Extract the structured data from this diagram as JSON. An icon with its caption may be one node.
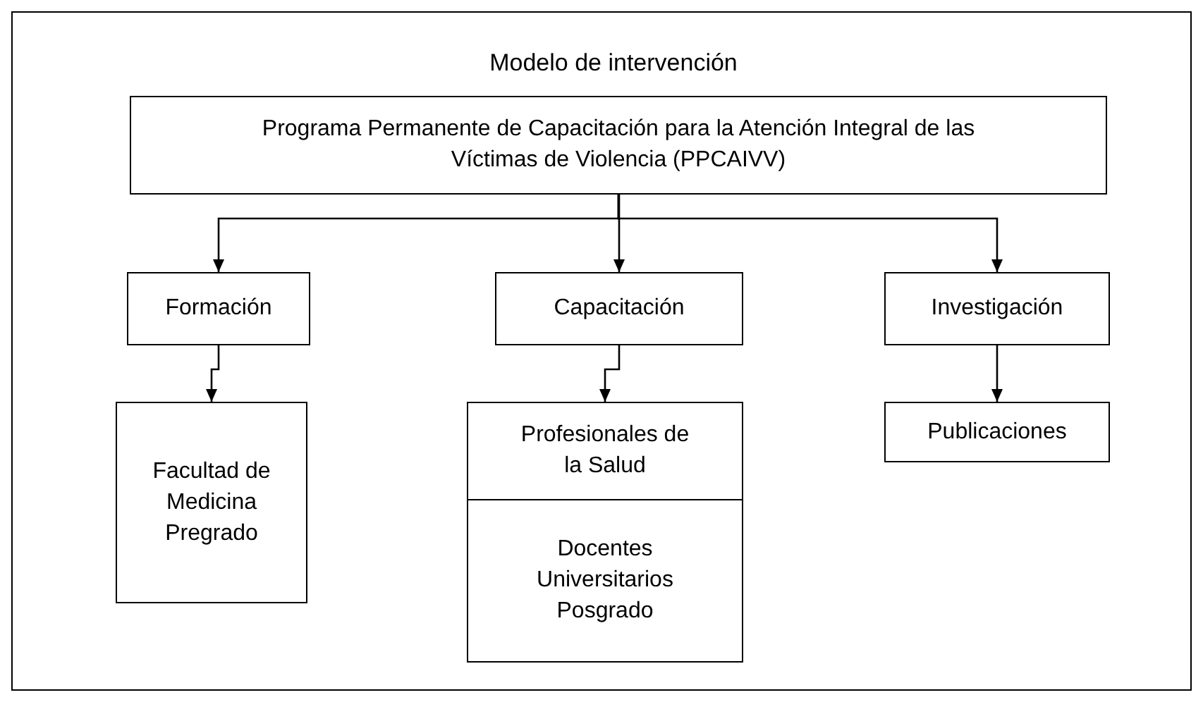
{
  "diagram": {
    "title": "Modelo de intervención",
    "nodes": [
      {
        "text": [
          "Programa Permanente de Capacitación para la Atención Integral de las Víctimas de Violencia (PPCAIVV)"
        ]
      },
      {
        "text": [
          "Formación"
        ]
      },
      {
        "text": [
          "Capacitación"
        ]
      },
      {
        "text": [
          "Investigación"
        ]
      },
      {
        "text": [
          "Facultad de Medicina Pregrado"
        ]
      },
      {
        "text": [
          "Profesionales de la Salud"
        ]
      },
      {
        "text": [
          "Docentes Universitarios Posgrado"
        ]
      },
      {
        "text": [
          "Publicaciones"
        ]
      }
    ],
    "edges": [
      {
        "from": 0,
        "to": 1,
        "arrow": "to"
      },
      {
        "from": 0,
        "to": 2,
        "arrow": "to"
      },
      {
        "from": 0,
        "to": 3,
        "arrow": "to"
      },
      {
        "from": 1,
        "to": 4,
        "arrow": "to"
      },
      {
        "from": 2,
        "to": 5,
        "arrow": "to"
      },
      {
        "from": 3,
        "to": 7,
        "arrow": "to"
      }
    ]
  }
}
